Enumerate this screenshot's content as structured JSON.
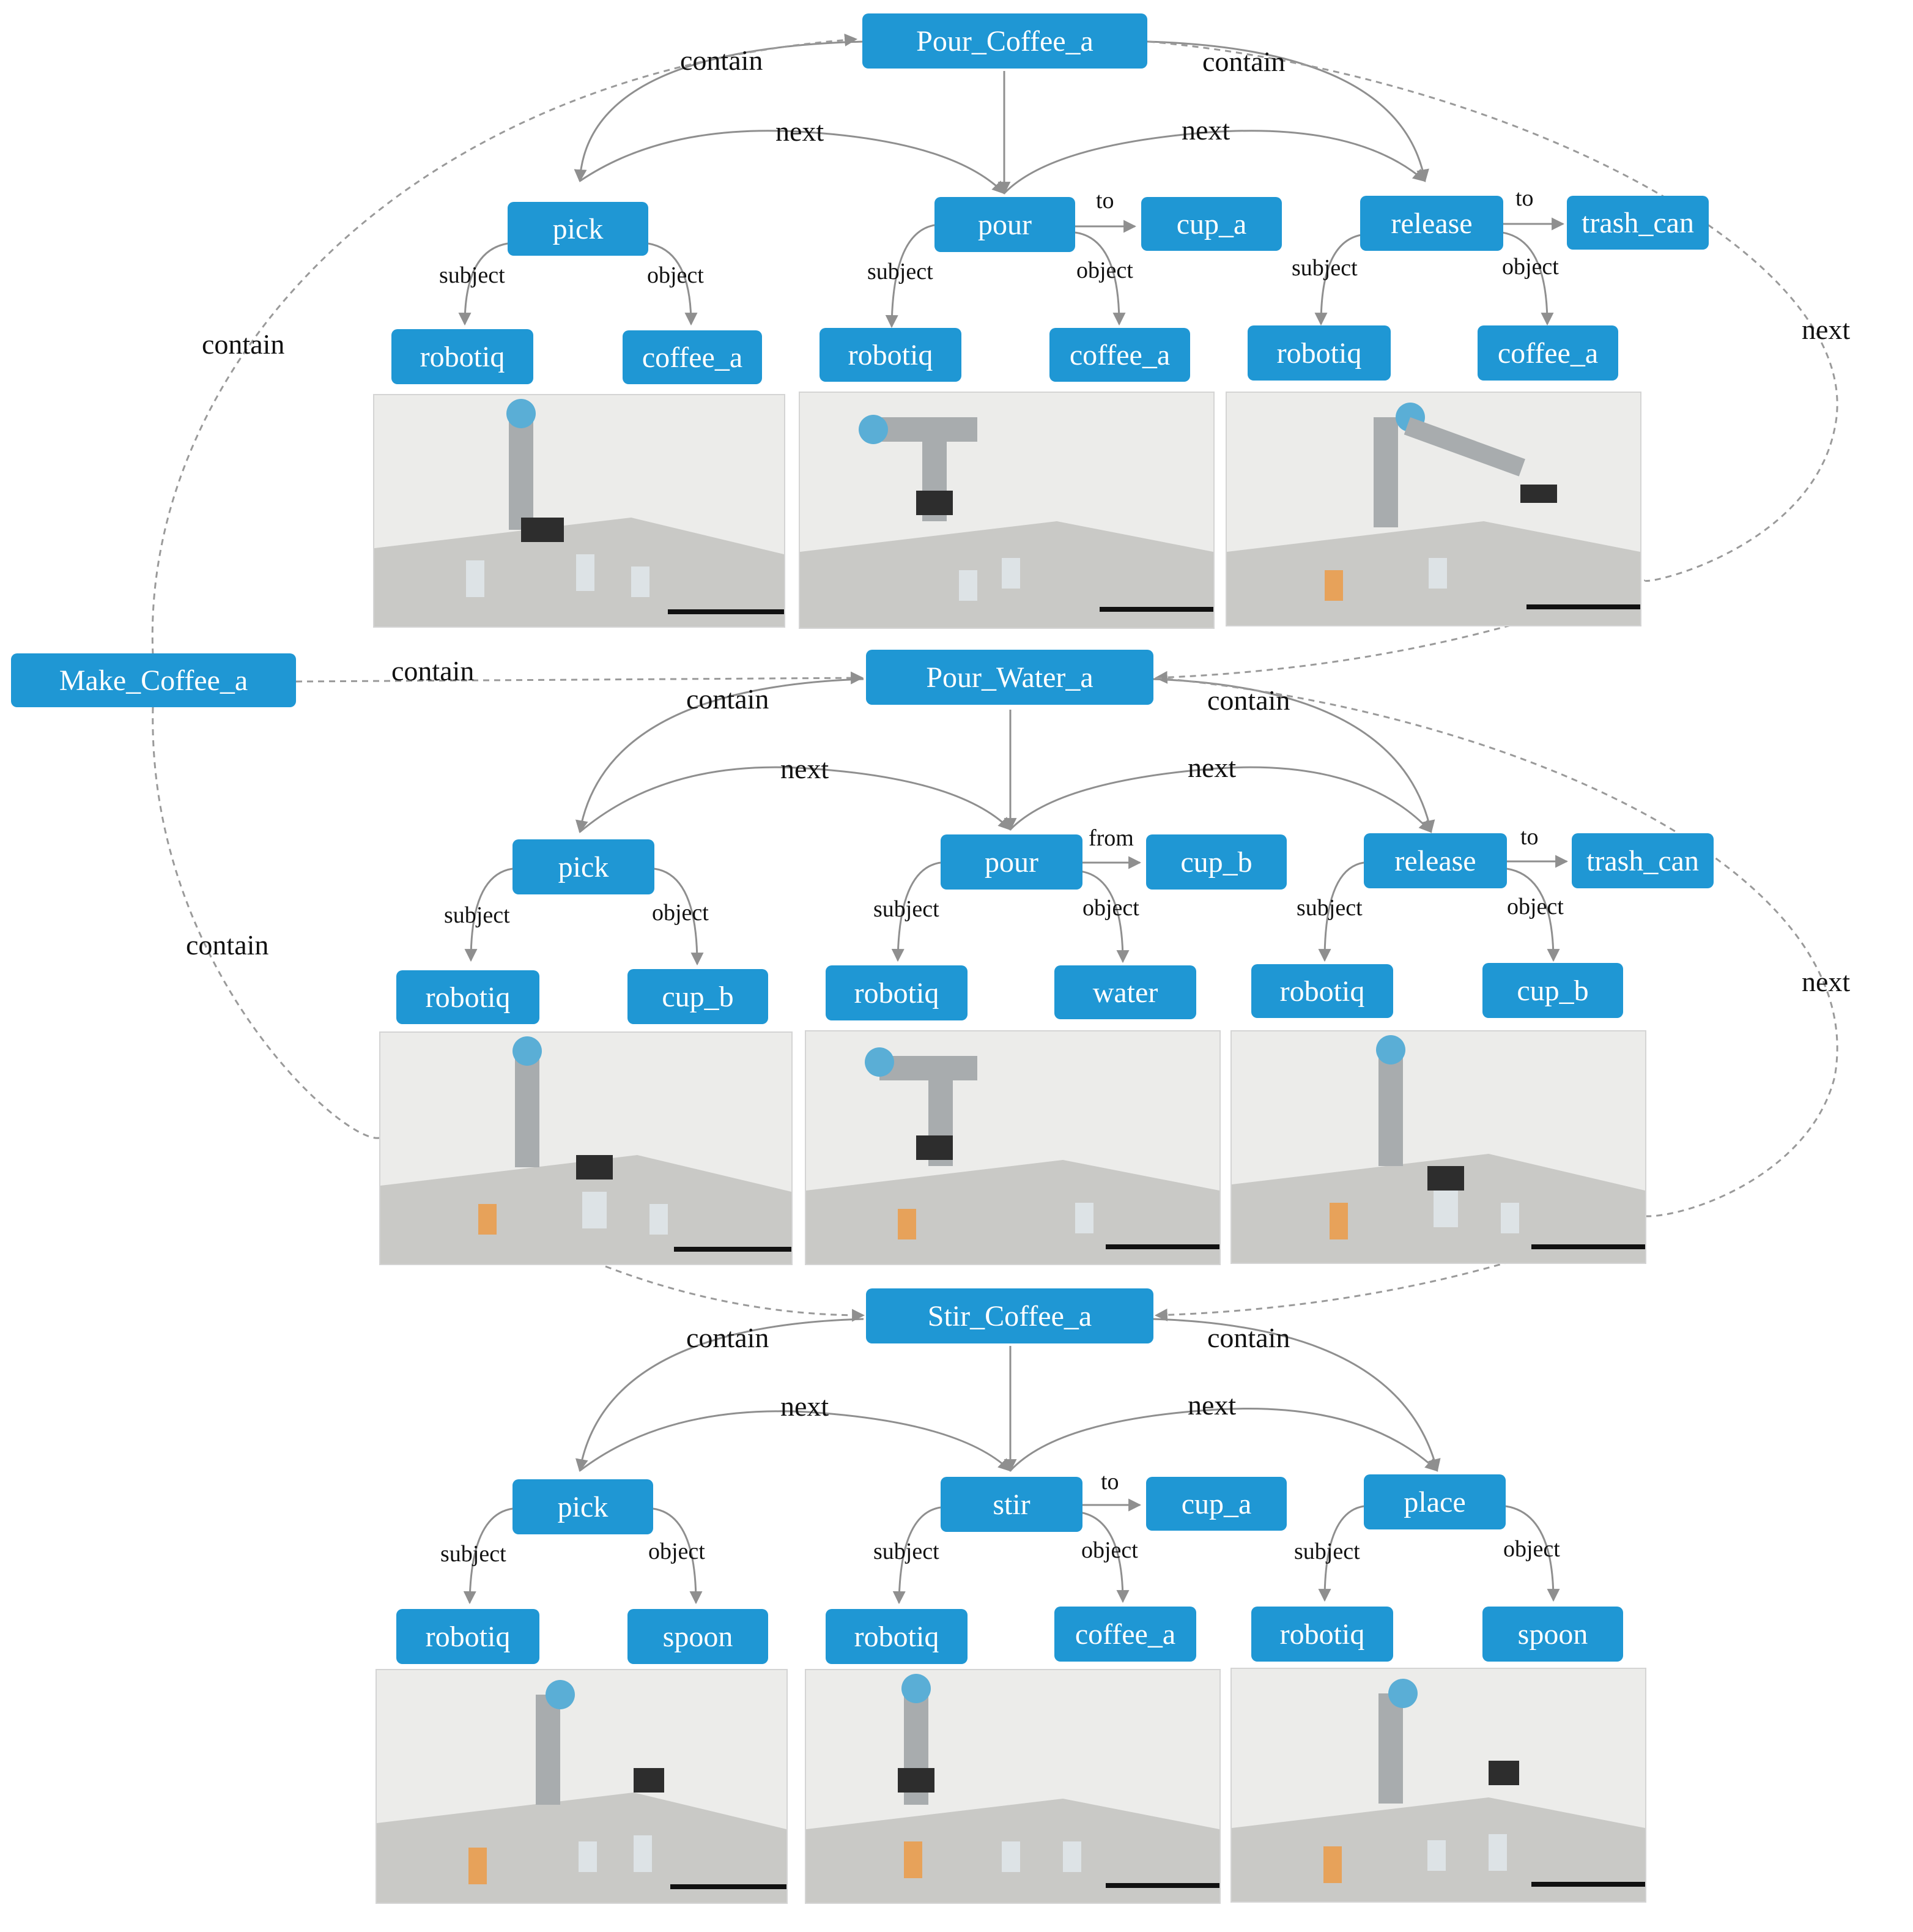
{
  "colors": {
    "node_fill": "#1f97d4",
    "node_text": "#ffffff",
    "edge": "#8f8f8f",
    "text": "#111111"
  },
  "nodes": {
    "make_coffee": "Make_Coffee_a",
    "pour_coffee": "Pour_Coffee_a",
    "pour_water": "Pour_Water_a",
    "stir_coffee": "Stir_Coffee_a",
    "r1": {
      "pick": "pick",
      "pick_subject": "robotiq",
      "pick_object": "coffee_a",
      "pour": "pour",
      "pour_target": "cup_a",
      "pour_subject": "robotiq",
      "pour_object": "coffee_a",
      "release": "release",
      "release_target": "trash_can",
      "release_subject": "robotiq",
      "release_object": "coffee_a"
    },
    "r2": {
      "pick": "pick",
      "pick_subject": "robotiq",
      "pick_object": "cup_b",
      "pour": "pour",
      "pour_target": "cup_b",
      "pour_subject": "robotiq",
      "pour_object": "water",
      "release": "release",
      "release_target": "trash_can",
      "release_subject": "robotiq",
      "release_object": "cup_b"
    },
    "r3": {
      "pick": "pick",
      "pick_subject": "robotiq",
      "pick_object": "spoon",
      "stir": "stir",
      "stir_target": "cup_a",
      "stir_subject": "robotiq",
      "stir_object": "coffee_a",
      "place": "place",
      "place_subject": "robotiq",
      "place_object": "spoon"
    }
  },
  "edge_labels": {
    "contain": "contain",
    "next": "next",
    "subject": "subject",
    "object": "object",
    "to": "to",
    "from": "from"
  }
}
